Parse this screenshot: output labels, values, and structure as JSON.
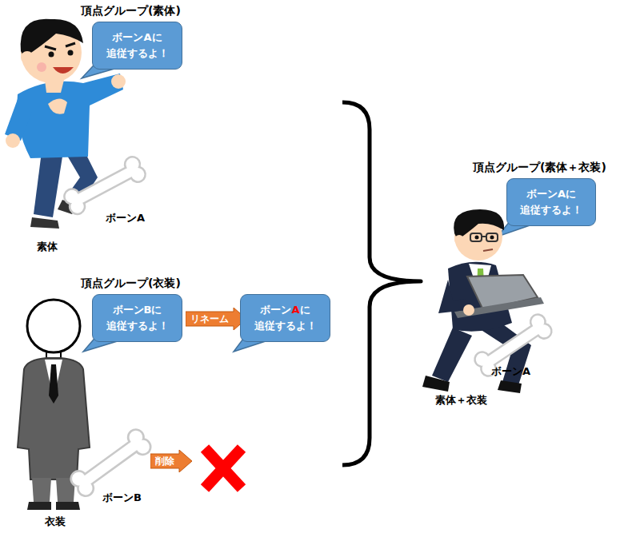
{
  "diagram": {
    "nodes": [
      {
        "text": [
          "頂点グループ(素体)",
          "ボーンAに 追従するよ！"
        ]
      },
      {
        "text": [
          "頂点グループ(衣装)",
          "ボーンBに 追従するよ！"
        ]
      },
      {
        "text": [
          "リネーム"
        ]
      },
      {
        "text": [
          "ボーンAに 追従するよ！"
        ]
      },
      {
        "text": [
          "削除"
        ]
      },
      {
        "text": [
          "頂点グループ(素体＋衣装)",
          "ボーンAに 追従するよ！"
        ]
      }
    ],
    "labels": [
      "ボーンA",
      "素体",
      "ボーンB",
      "衣装",
      "ボーンA",
      "素体＋衣装"
    ]
  }
}
